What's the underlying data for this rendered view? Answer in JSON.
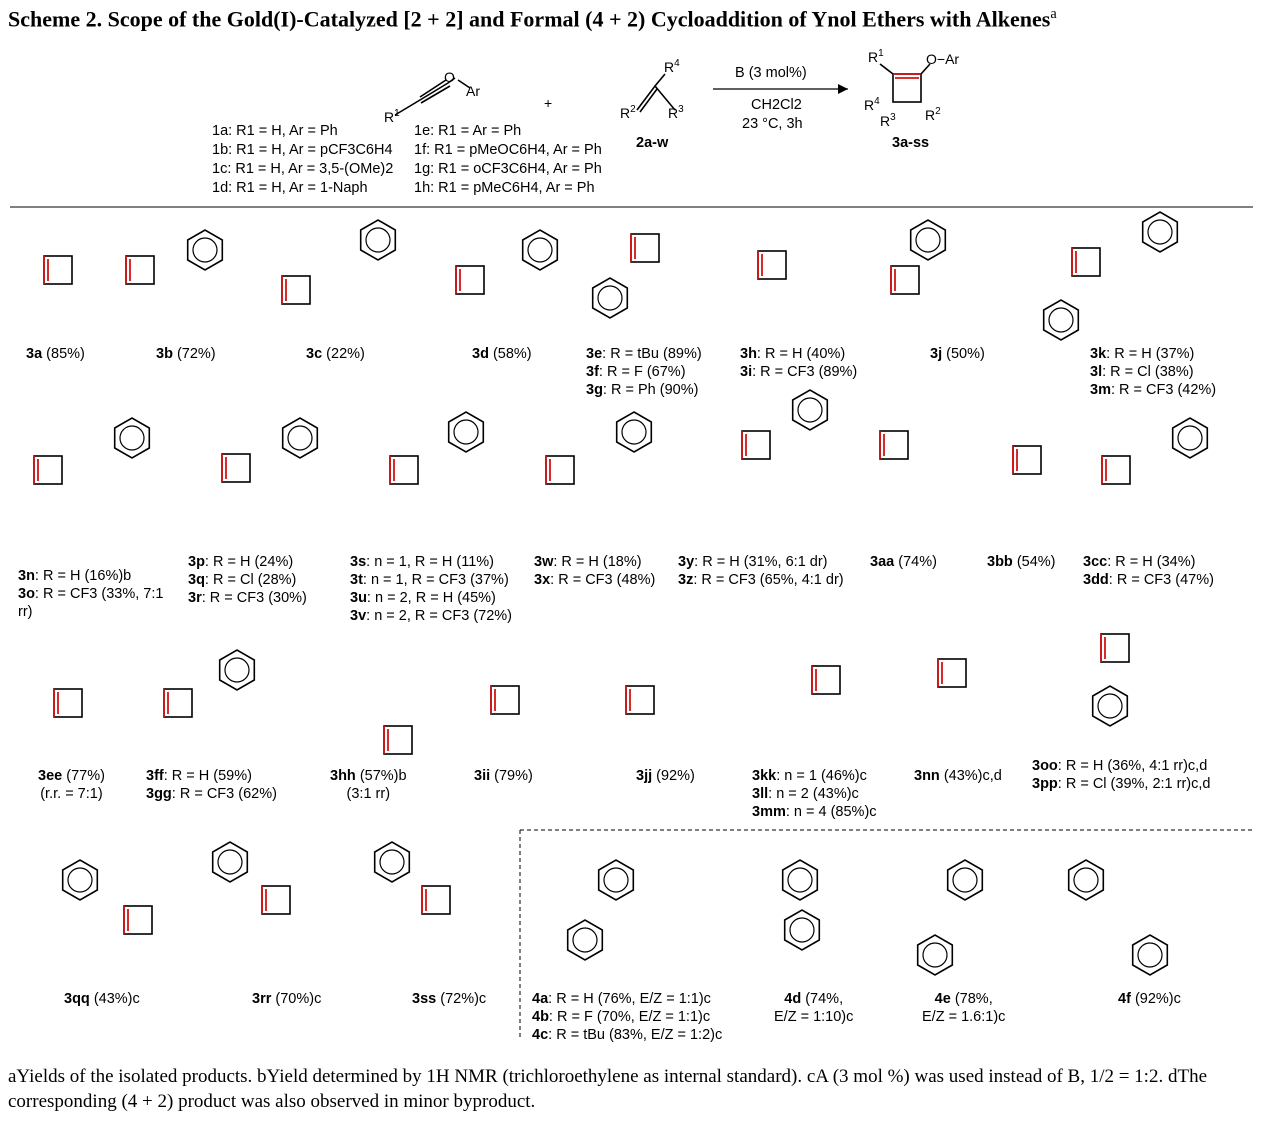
{
  "title": {
    "prefix": "Scheme 2. Scope of the Gold(I)-Catalyzed [2 + 2] and Formal (4 + 2) Cycloaddition of Ynol Ethers with Alkenes",
    "sup": "a"
  },
  "reaction": {
    "plus": "+",
    "alkene_label": "2a-w",
    "product_label": "3a-ss",
    "conditions": [
      "B (3 mol%)",
      "CH2Cl2",
      "23 °C, 3h"
    ],
    "ynol_list_left": [
      "1a: R1 = H, Ar = Ph",
      "1b: R1 = H, Ar = pCF3C6H4",
      "1c: R1 = H, Ar = 3,5-(OMe)2",
      "1d: R1 = H, Ar = 1-Naph"
    ],
    "ynol_list_right": [
      "1e: R1 = Ar = Ph",
      "1f: R1 = pMeOC6H4, Ar = Ph",
      "1g: R1 = oCF3C6H4, Ar = Ph",
      "1h: R1 = pMeC6H4, Ar = Ph"
    ]
  },
  "compounds_row1": [
    {
      "id": "3a",
      "yield": "(85%)"
    },
    {
      "id": "3b",
      "yield": "(72%)"
    },
    {
      "id": "3c",
      "yield": "(22%)"
    },
    {
      "id": "3d",
      "yield": "(58%)"
    },
    {
      "id": "3e",
      "text": "R = tBu (89%)"
    },
    {
      "id": "3f",
      "text": "R = F (67%)"
    },
    {
      "id": "3g",
      "text": "R = Ph (90%)"
    },
    {
      "id": "3h",
      "text": "R = H (40%)"
    },
    {
      "id": "3i",
      "text": "R = CF3 (89%)"
    },
    {
      "id": "3j",
      "yield": "(50%)"
    },
    {
      "id": "3k",
      "text": "R = H (37%)"
    },
    {
      "id": "3l",
      "text": "R = Cl (38%)"
    },
    {
      "id": "3m",
      "text": "R = CF3 (42%)"
    }
  ],
  "compounds_row2": [
    {
      "id": "3n",
      "text": "R = H (16%)b"
    },
    {
      "id": "3o",
      "text": "R = CF3 (33%, 7:1 rr)"
    },
    {
      "id": "3p",
      "text": "R = H (24%)"
    },
    {
      "id": "3q",
      "text": "R = Cl (28%)"
    },
    {
      "id": "3r",
      "text": "R = CF3 (30%)"
    },
    {
      "id": "3s",
      "text": "n = 1, R = H (11%)"
    },
    {
      "id": "3t",
      "text": "n = 1, R = CF3 (37%)"
    },
    {
      "id": "3u",
      "text": "n = 2, R = H (45%)"
    },
    {
      "id": "3v",
      "text": "n = 2, R = CF3 (72%)"
    },
    {
      "id": "3w",
      "text": "R = H (18%)"
    },
    {
      "id": "3x",
      "text": "R = CF3 (48%)"
    },
    {
      "id": "3y",
      "text": "R = H (31%, 6:1 dr)"
    },
    {
      "id": "3z",
      "text": "R = CF3 (65%, 4:1 dr)"
    },
    {
      "id": "3aa",
      "yield": "(74%)"
    },
    {
      "id": "3bb",
      "yield": "(54%)"
    },
    {
      "id": "3cc",
      "text": "R = H (34%)"
    },
    {
      "id": "3dd",
      "text": "R = CF3 (47%)"
    }
  ],
  "compounds_row3": [
    {
      "id": "3ee",
      "yield": "(77%)",
      "note": "(r.r. = 7:1)"
    },
    {
      "id": "3ff",
      "text": "R = H (59%)"
    },
    {
      "id": "3gg",
      "text": "R = CF3 (62%)"
    },
    {
      "id": "3hh",
      "yield": "(57%)b",
      "note": "(3:1 rr)"
    },
    {
      "id": "3ii",
      "yield": "(79%)"
    },
    {
      "id": "3jj",
      "yield": "(92%)"
    },
    {
      "id": "3kk",
      "text": "n = 1 (46%)c"
    },
    {
      "id": "3ll",
      "text": "n = 2 (43%)c"
    },
    {
      "id": "3mm",
      "text": "n = 4 (85%)c"
    },
    {
      "id": "3nn",
      "yield": "(43%)c,d"
    },
    {
      "id": "3oo",
      "text": "R = H (36%, 4:1 rr)c,d"
    },
    {
      "id": "3pp",
      "text": "R = Cl (39%, 2:1 rr)c,d"
    }
  ],
  "compounds_row4": [
    {
      "id": "3qq",
      "yield": "(43%)c"
    },
    {
      "id": "3rr",
      "yield": "(70%)c"
    },
    {
      "id": "3ss",
      "yield": "(72%)c"
    },
    {
      "id": "4a",
      "text": "R = H (76%, E/Z = 1:1)c"
    },
    {
      "id": "4b",
      "text": "R = F (70%, E/Z = 1:1)c"
    },
    {
      "id": "4c",
      "text": "R = tBu (83%, E/Z = 1:2)c"
    },
    {
      "id": "4d",
      "yield": "(74%,",
      "note": "E/Z = 1:10)c"
    },
    {
      "id": "4e",
      "yield": "(78%,",
      "note": "E/Z = 1.6:1)c"
    },
    {
      "id": "4f",
      "yield": "(92%)c"
    }
  ],
  "footnote": "aYields of the isolated products. bYield determined by 1H NMR (trichloroethylene as internal standard). cA (3 mol %) was used instead of B, 1/2 = 1:2. dThe corresponding (4 + 2) product was also observed in minor byproduct.",
  "colors": {
    "cyclobutene_bond": "#d31414",
    "text": "#000000"
  }
}
